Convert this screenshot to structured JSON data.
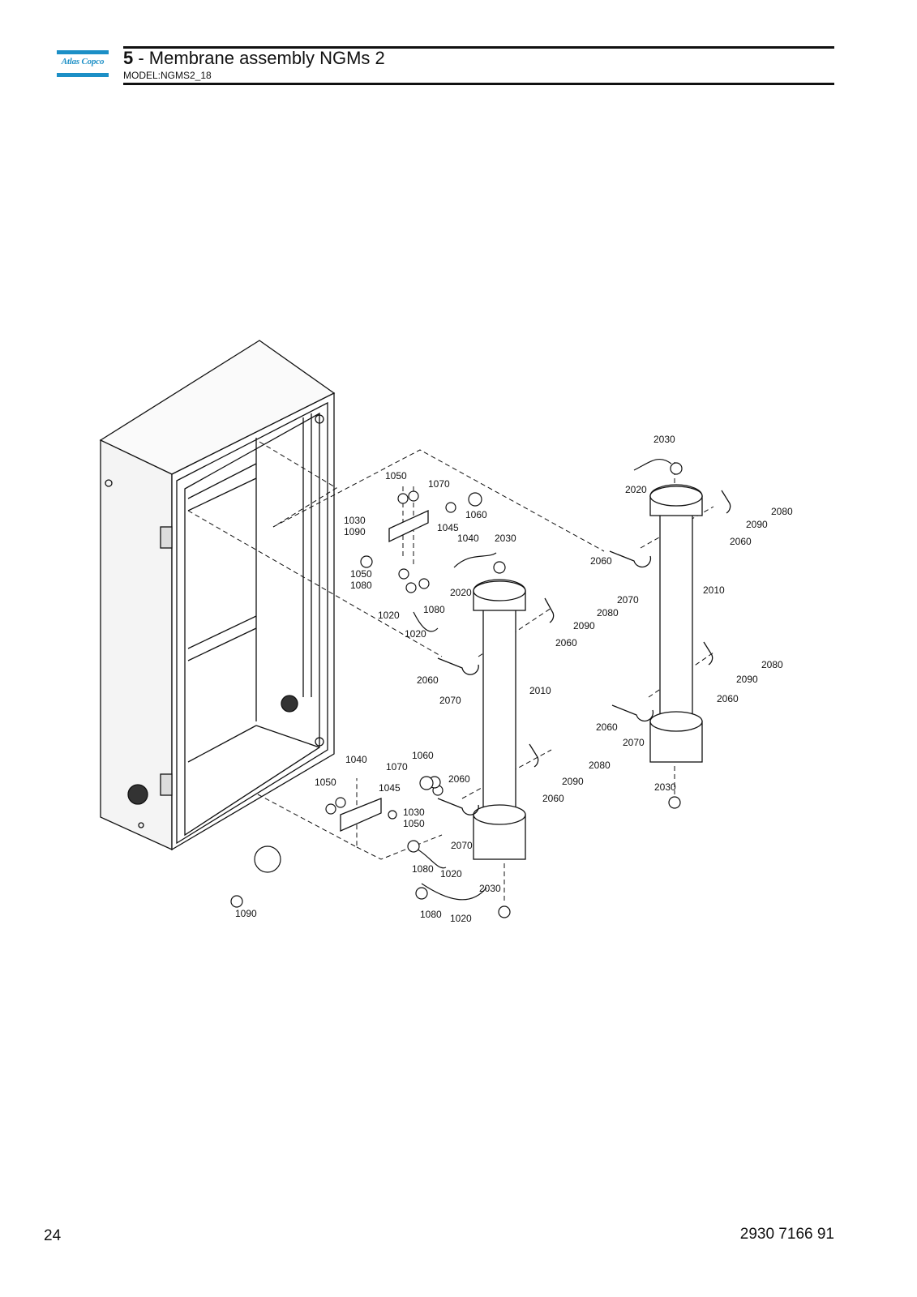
{
  "header": {
    "brand": "Atlas Copco",
    "section_number": "5",
    "section_title": " - Membrane assembly NGMs 2",
    "model": "MODEL:NGMS2_18"
  },
  "callouts": [
    {
      "id": "c1050a",
      "text": "1050"
    },
    {
      "id": "c1070a",
      "text": "1070"
    },
    {
      "id": "c1060a",
      "text": "1060"
    },
    {
      "id": "c1030a",
      "text": "1030"
    },
    {
      "id": "c1090a",
      "text": "1090"
    },
    {
      "id": "c1045a",
      "text": "1045"
    },
    {
      "id": "c1040a",
      "text": "1040"
    },
    {
      "id": "c2030a",
      "text": "2030"
    },
    {
      "id": "c1050b",
      "text": "1050"
    },
    {
      "id": "c1080a",
      "text": "1080"
    },
    {
      "id": "c2020a",
      "text": "2020"
    },
    {
      "id": "c1020a",
      "text": "1020"
    },
    {
      "id": "c1080b",
      "text": "1080"
    },
    {
      "id": "c1020b",
      "text": "1020"
    },
    {
      "id": "c2030b",
      "text": "2030"
    },
    {
      "id": "c2020b",
      "text": "2020"
    },
    {
      "id": "c2080a",
      "text": "2080"
    },
    {
      "id": "c2090a",
      "text": "2090"
    },
    {
      "id": "c2060a",
      "text": "2060"
    },
    {
      "id": "c2060b",
      "text": "2060"
    },
    {
      "id": "c2070a",
      "text": "2070"
    },
    {
      "id": "c2010a",
      "text": "2010"
    },
    {
      "id": "c2080b",
      "text": "2080"
    },
    {
      "id": "c2090b",
      "text": "2090"
    },
    {
      "id": "c2060c",
      "text": "2060"
    },
    {
      "id": "c2060d",
      "text": "2060"
    },
    {
      "id": "c2070b",
      "text": "2070"
    },
    {
      "id": "c2010b",
      "text": "2010"
    },
    {
      "id": "c2080c",
      "text": "2080"
    },
    {
      "id": "c2090c",
      "text": "2090"
    },
    {
      "id": "c2060e",
      "text": "2060"
    },
    {
      "id": "c2060f",
      "text": "2060"
    },
    {
      "id": "c2070c",
      "text": "2070"
    },
    {
      "id": "c1040b",
      "text": "1040"
    },
    {
      "id": "c1060b",
      "text": "1060"
    },
    {
      "id": "c1070b",
      "text": "1070"
    },
    {
      "id": "c1050c",
      "text": "1050"
    },
    {
      "id": "c1045b",
      "text": "1045"
    },
    {
      "id": "c2060g",
      "text": "2060"
    },
    {
      "id": "c2080d",
      "text": "2080"
    },
    {
      "id": "c2090d",
      "text": "2090"
    },
    {
      "id": "c2060h",
      "text": "2060"
    },
    {
      "id": "c2030c",
      "text": "2030"
    },
    {
      "id": "c1030b",
      "text": "1030"
    },
    {
      "id": "c1050d",
      "text": "1050"
    },
    {
      "id": "c2070d",
      "text": "2070"
    },
    {
      "id": "c1080c",
      "text": "1080"
    },
    {
      "id": "c1020c",
      "text": "1020"
    },
    {
      "id": "c2030d",
      "text": "2030"
    },
    {
      "id": "c1080d",
      "text": "1080"
    },
    {
      "id": "c1020d",
      "text": "1020"
    },
    {
      "id": "c1090b",
      "text": "1090"
    }
  ],
  "footer": {
    "page_number": "24",
    "document_number": "2930 7166 91"
  }
}
